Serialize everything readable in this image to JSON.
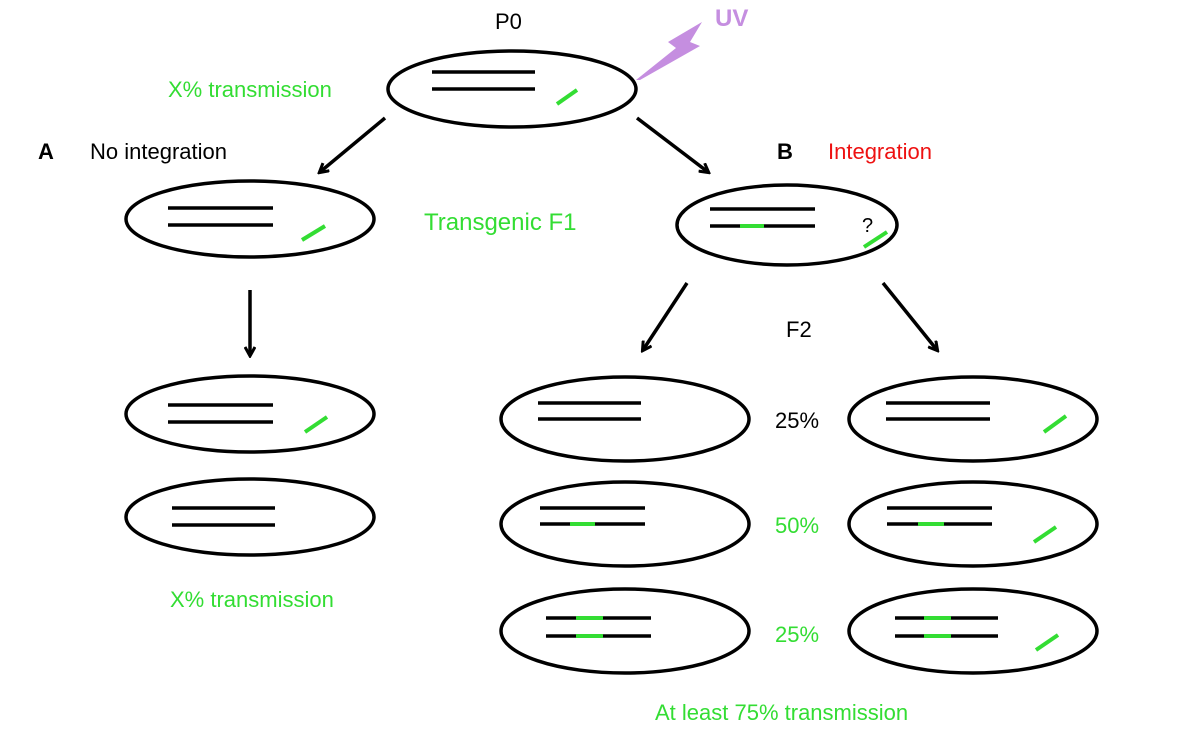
{
  "colors": {
    "transgene": "#33dd33",
    "integration": "#ee1111",
    "uv": "#c58ee0",
    "outline": "#000000"
  },
  "labels": {
    "p0": "P0",
    "uv": "UV",
    "p0_transmission": "X% transmission",
    "panel_a_letter": "A",
    "panel_a_title": "No integration",
    "panel_b_letter": "B",
    "panel_b_title": "Integration",
    "transgenic_f1": "Transgenic F1",
    "question_mark": "?",
    "f2": "F2",
    "pct_row1": "25%",
    "pct_row2": "50%",
    "pct_row3": "25%",
    "a_transmission": "X% transmission",
    "b_transmission": "At least 75% transmission"
  },
  "cells": [
    {
      "id": "p0-cell",
      "integrated_chromosomes": 0,
      "free_transgene": true
    },
    {
      "id": "a-f1-cell",
      "integrated_chromosomes": 0,
      "free_transgene": true
    },
    {
      "id": "b-f1-cell",
      "integrated_chromosomes": 1,
      "free_transgene": true
    },
    {
      "id": "a-progeny-cell-1",
      "integrated_chromosomes": 0,
      "free_transgene": true
    },
    {
      "id": "a-progeny-cell-2",
      "integrated_chromosomes": 0,
      "free_transgene": false
    },
    {
      "id": "b-f2-cell-r1-left",
      "integrated_chromosomes": 0,
      "free_transgene": false
    },
    {
      "id": "b-f2-cell-r1-right",
      "integrated_chromosomes": 0,
      "free_transgene": true
    },
    {
      "id": "b-f2-cell-r2-left",
      "integrated_chromosomes": 1,
      "free_transgene": false
    },
    {
      "id": "b-f2-cell-r2-right",
      "integrated_chromosomes": 1,
      "free_transgene": true
    },
    {
      "id": "b-f2-cell-r3-left",
      "integrated_chromosomes": 2,
      "free_transgene": false
    },
    {
      "id": "b-f2-cell-r3-right",
      "integrated_chromosomes": 2,
      "free_transgene": true
    }
  ]
}
